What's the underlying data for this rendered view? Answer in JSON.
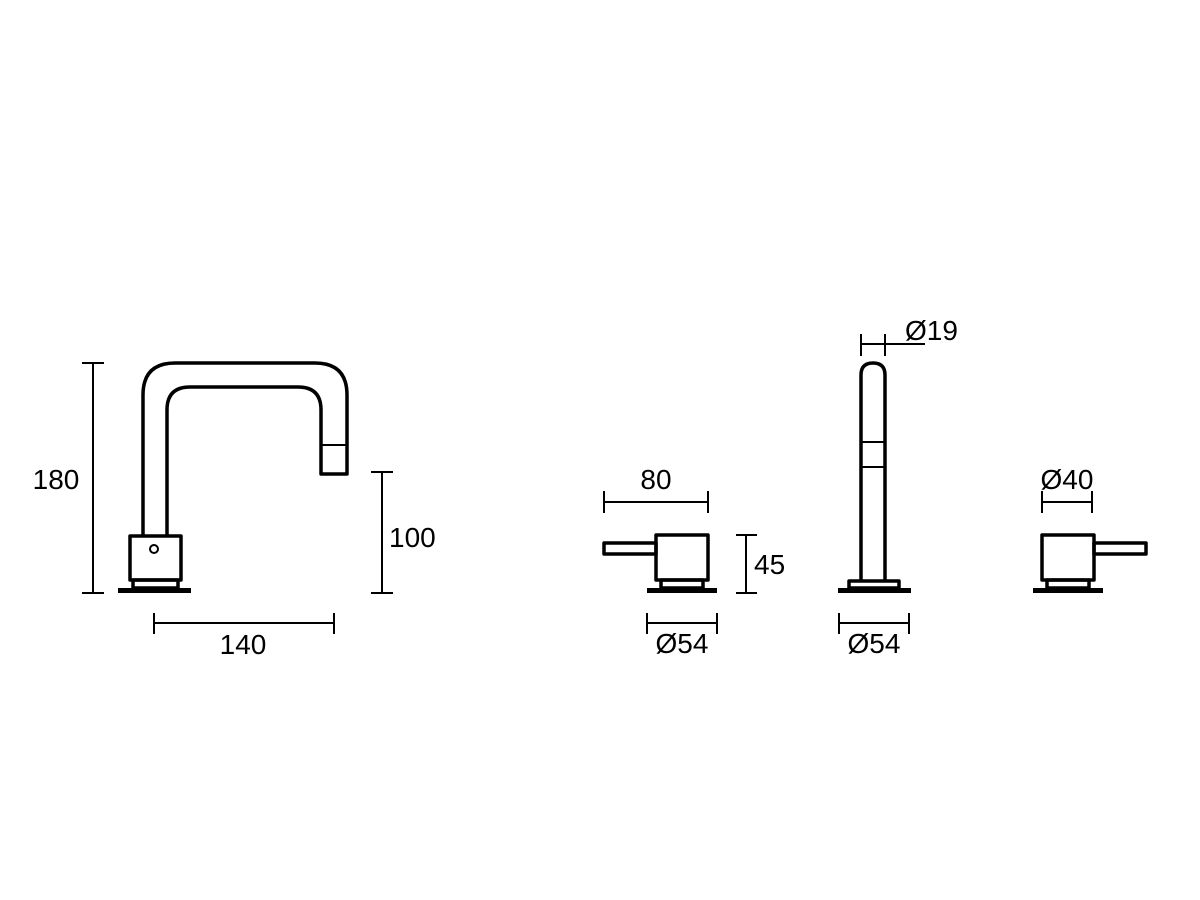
{
  "colors": {
    "line": "#000000",
    "background": "#ffffff"
  },
  "spout": {
    "height_label": "180",
    "outlet_height_label": "100",
    "reach_label": "140"
  },
  "left_handle": {
    "length_label": "80",
    "height_label": "45",
    "base_diameter_label": "Ø54"
  },
  "hand_shower": {
    "diameter_label": "Ø19",
    "base_diameter_label": "Ø54"
  },
  "right_handle": {
    "body_diameter_label": "Ø40"
  }
}
